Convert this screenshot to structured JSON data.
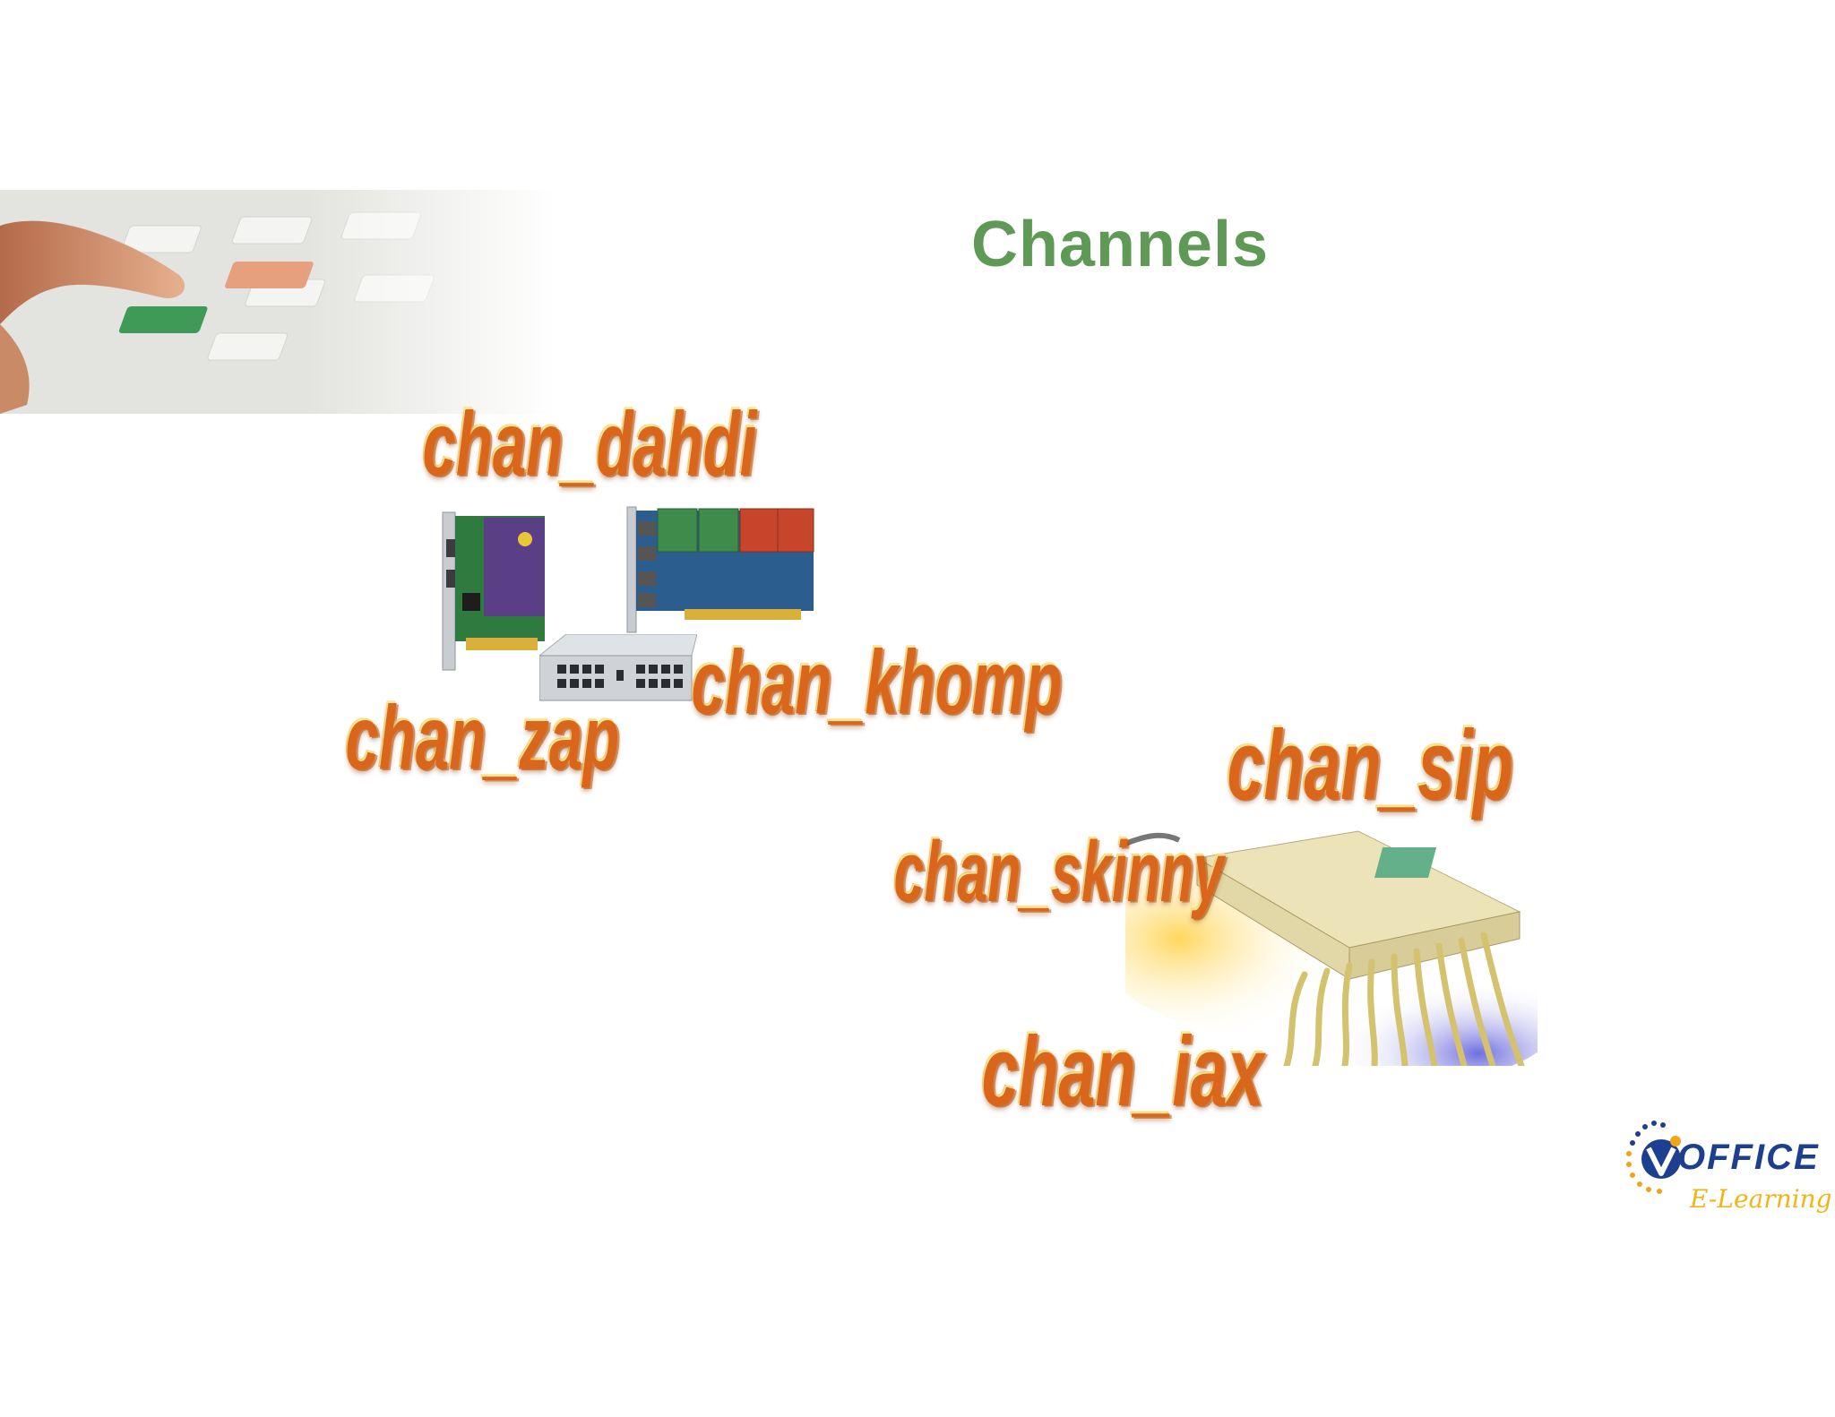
{
  "slide": {
    "title": "Channels",
    "title_color": "#5e9a55",
    "accent_color": "#f4852a",
    "channels": [
      {
        "id": "chan_dahdi",
        "label": "chan_dahdi"
      },
      {
        "id": "chan_khomp",
        "label": "chan_khomp"
      },
      {
        "id": "chan_zap",
        "label": "chan_zap"
      },
      {
        "id": "chan_sip",
        "label": "chan_sip"
      },
      {
        "id": "chan_skinny",
        "label": "chan_skinny"
      },
      {
        "id": "chan_iax",
        "label": "chan_iax"
      }
    ],
    "images": [
      {
        "name": "hand-pressing-button-photo"
      },
      {
        "name": "pci-telephony-card-photo"
      },
      {
        "name": "analog-fxs-card-photo"
      },
      {
        "name": "network-switch-photo"
      },
      {
        "name": "ethernet-hub-cables-photo"
      }
    ]
  },
  "logo": {
    "word": "OFFICE",
    "subtitle": "E-Learning"
  }
}
